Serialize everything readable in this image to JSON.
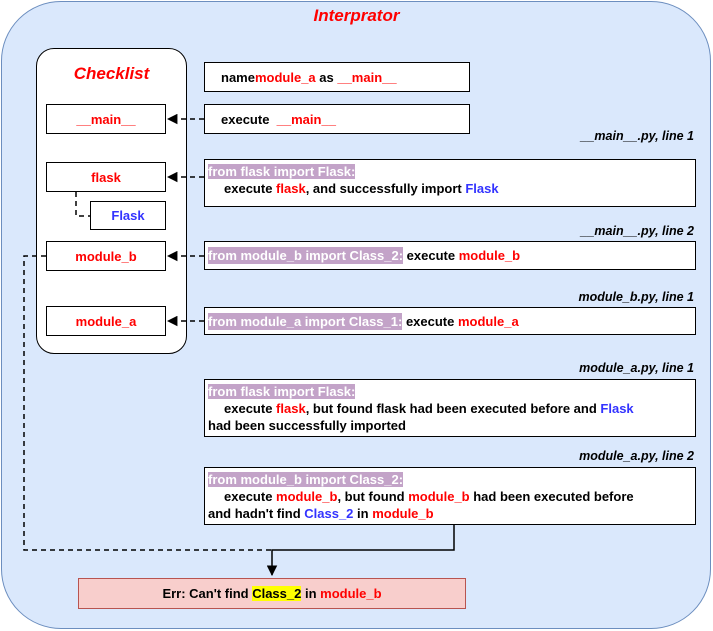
{
  "title": "Interprator",
  "checklist": {
    "title": "Checklist",
    "items": [
      "__main__",
      "flask",
      "Flask",
      "module_b",
      "module_a"
    ]
  },
  "steps": {
    "s1": {
      "a": "name ",
      "b": "module_a",
      "c": " as ",
      "d": "__main__"
    },
    "s2": {
      "a": "execute  ",
      "b": "__main__"
    },
    "s3": {
      "caption": "__main__.py, line 1",
      "code": "from flask import Flask:",
      "a": "execute ",
      "b": "flask",
      "c": ", and successfully import ",
      "d": "Flask"
    },
    "s4": {
      "caption": "__main__.py, line 2",
      "code": "from module_b import Class_2:",
      "a": " execute ",
      "b": "module_b"
    },
    "s5": {
      "caption": "module_b.py, line 1",
      "code": "from module_a import Class_1:",
      "a": " execute ",
      "b": "module_a"
    },
    "s6": {
      "caption": "module_a.py, line 1",
      "code": "from flask import Flask:",
      "a": "execute ",
      "b": "flask",
      "c": ", but found flask had been executed before and ",
      "d": "Flask",
      "e": "had been successfully imported"
    },
    "s7": {
      "caption": "module_a.py, line 2",
      "code": "from module_b import Class_2:",
      "a": "execute ",
      "b": "module_b",
      "c": ", but found ",
      "d": "module_b",
      "e": " had been executed before",
      "f": "and hadn't find ",
      "g": "Class_2",
      "h": " in ",
      "i": "module_b"
    }
  },
  "error": {
    "a": "Err: Can't find ",
    "b": "Class_2",
    "c": " in ",
    "d": "module_b"
  },
  "colors": {
    "background": "#dae8fc",
    "border": "#6c8ebf",
    "accent": "#ff0000",
    "blue": "#3333ff",
    "error_fill": "#f8cecc",
    "code_highlight": "#c3a3c8"
  }
}
